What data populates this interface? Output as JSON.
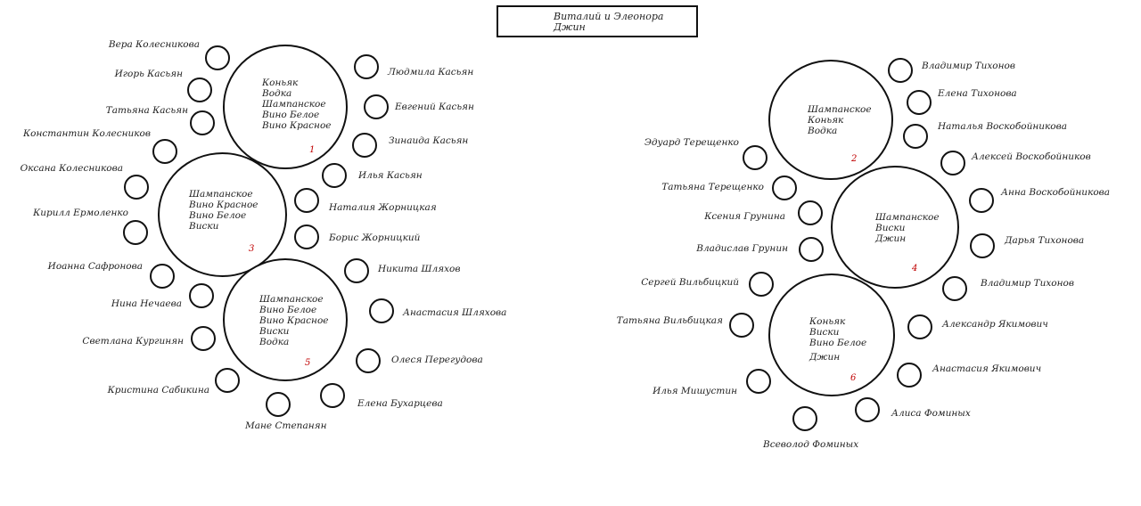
{
  "header": {
    "line1": "Виталий и Элеонора",
    "line2": "Джин"
  },
  "tables": [
    {
      "number": "1",
      "drinks": [
        "Коньяк",
        "Водка",
        "Шампанское",
        "Вино Белое",
        "Вино Красное"
      ]
    },
    {
      "number": "3",
      "drinks": [
        "Шампанское",
        "Вино Красное",
        "Вино Белое",
        "Виски"
      ]
    },
    {
      "number": "5",
      "drinks": [
        "Шампанское",
        "Вино Белое",
        "Вино Красное",
        "Виски",
        "Водка"
      ]
    },
    {
      "number": "2",
      "drinks": [
        "Шампанское",
        "Коньяк",
        "Водка"
      ]
    },
    {
      "number": "4",
      "drinks": [
        "Шампанское",
        "Виски",
        "Джин"
      ]
    },
    {
      "number": "6",
      "drinks": [
        "Коньяк",
        "Виски",
        "Вино Белое",
        "Джин"
      ]
    }
  ],
  "guests": [
    "Вера Колесникова",
    "Игорь Касьян",
    "Татьяна Касьян",
    "Константин Колесников",
    "Оксана Колесникова",
    "Кирилл Ермоленко",
    "Иоанна Сафронова",
    "Нина Нечаева",
    "Светлана Кургинян",
    "Кристина Сабикина",
    "Мане Степанян",
    "Людмила Касьян",
    "Евгений Касьян",
    "Зинаида Касьян",
    "Илья Касьян",
    "Наталия Жорницкая",
    "Борис Жорницкий",
    "Никита Шляхов",
    "Анастасия Шляхова",
    "Олеся Перегудова",
    "Елена Бухарцева",
    "Эдуард Терещенко",
    "Татьяна Терещенко",
    "Ксения Грунина",
    "Владислав Грунин",
    "Сергей Вильбицкий",
    "Татьяна Вильбицкая",
    "Илья Мишустин",
    "Всеволод Фоминых",
    "Владимир Тихонов",
    "Елена Тихонова",
    "Наталья Воскобойникова",
    "Алексей Воскобойников",
    "Анна Воскобойникова",
    "Дарья Тихонова",
    "Владимир Тихонов",
    "Александр Якимович",
    "Анастасия Якимович",
    "Алиса Фоминых"
  ]
}
